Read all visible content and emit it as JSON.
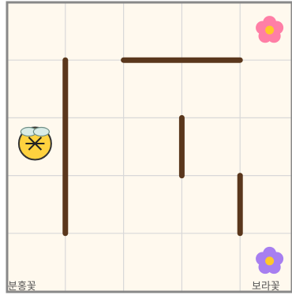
{
  "maze": {
    "rows": 5,
    "cols": 5,
    "background": "#fff9ee",
    "grid_line_color": "#d8d8d8",
    "border_color": "#888888",
    "wall_color": "#5a371c"
  },
  "walls": [
    {
      "from": [
        1,
        1
      ],
      "to": [
        1,
        4
      ]
    },
    {
      "from": [
        2,
        1
      ],
      "to": [
        4,
        1
      ]
    },
    {
      "from": [
        3,
        2
      ],
      "to": [
        3,
        3
      ]
    },
    {
      "from": [
        4,
        3
      ],
      "to": [
        4,
        4
      ]
    }
  ],
  "bee": {
    "icon": "bee-icon",
    "cell": [
      0,
      2
    ],
    "body_color": "#ffd23f",
    "stripe_color": "#222222",
    "wing_color": "#d9ece6"
  },
  "flowers": [
    {
      "name": "pink-flower",
      "cell": [
        4,
        0
      ],
      "petal_color": "#ff7fa6",
      "center_color": "#ffc928",
      "label": ""
    },
    {
      "name": "purple-flower",
      "cell": [
        4,
        4
      ],
      "petal_color": "#a77ff0",
      "center_color": "#ffc928",
      "label": "보라꽃"
    },
    {
      "name": "pink-flower-target",
      "cell": [
        0,
        4
      ],
      "label": "분홍꽃"
    }
  ]
}
